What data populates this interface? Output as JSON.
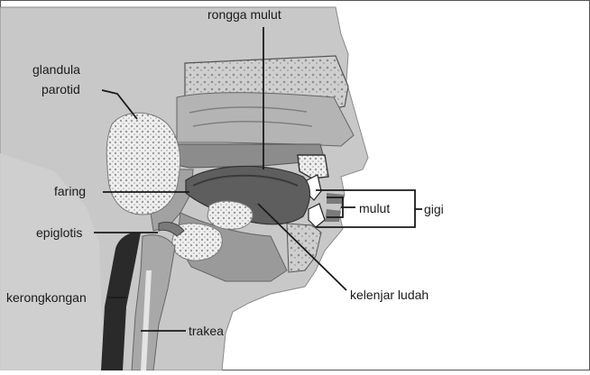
{
  "labels": {
    "rongga_mulut": "rongga mulut",
    "glandula": "glandula",
    "parotid": "parotid",
    "faring": "faring",
    "epiglotis": "epiglotis",
    "kerongkongan": "kerongkongan",
    "trakea": "trakea",
    "mulut": "mulut",
    "gigi": "gigi",
    "kelenjar_ludah": "kelenjar ludah"
  },
  "colors": {
    "background": "#ffffff",
    "head": "#c9c9c9",
    "nasal": "#b8b8b8",
    "tongue": "#6e6e6e",
    "gland": "#ededed",
    "esophagus": "#2e2e2e",
    "trachea": "#9a9a9a",
    "line": "#1a1a1a"
  }
}
